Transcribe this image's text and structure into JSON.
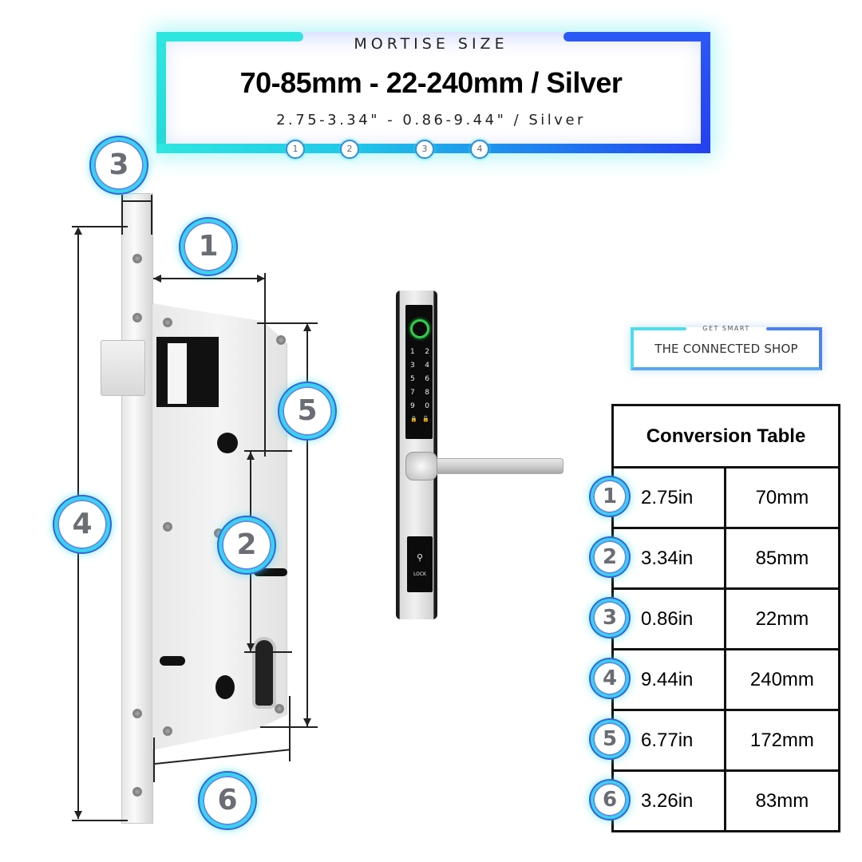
{
  "header": {
    "kicker": "MORTISE SIZE",
    "title": "70-85mm - 22-240mm / Silver",
    "subtitle": "2.75-3.34\" - 0.86-9.44\" / Silver",
    "mini_badges": [
      "1",
      "2",
      "3",
      "4"
    ],
    "frame_colors": {
      "left": "#2ee6e0",
      "right": "#2440f0"
    }
  },
  "diagram": {
    "callouts": [
      {
        "id": "1",
        "label": "1",
        "meaning": "backset width"
      },
      {
        "id": "2",
        "label": "2",
        "meaning": "handle-to-cylinder distance"
      },
      {
        "id": "3",
        "label": "3",
        "meaning": "faceplate width"
      },
      {
        "id": "4",
        "label": "4",
        "meaning": "faceplate height"
      },
      {
        "id": "5",
        "label": "5",
        "meaning": "lock body height"
      },
      {
        "id": "6",
        "label": "6",
        "meaning": "lock body depth"
      }
    ]
  },
  "product": {
    "keypad_keys": [
      [
        "1",
        "2"
      ],
      [
        "3",
        "4"
      ],
      [
        "5",
        "6"
      ],
      [
        "7",
        "8"
      ],
      [
        "9",
        "0"
      ],
      [
        "🔒",
        "🔓"
      ]
    ],
    "keypanel_icon": "key-icon",
    "keypanel_label": "LOCK",
    "fingerprint_color": "#2fd04a",
    "finish": "Silver"
  },
  "brand": {
    "kicker": "GET SMART",
    "name": "THE CONNECTED SHOP"
  },
  "conversion_table": {
    "title": "Conversion Table",
    "rows": [
      {
        "badge": "1",
        "inches": "2.75in",
        "mm": "70mm"
      },
      {
        "badge": "2",
        "inches": "3.34in",
        "mm": "85mm"
      },
      {
        "badge": "3",
        "inches": "0.86in",
        "mm": "22mm"
      },
      {
        "badge": "4",
        "inches": "9.44in",
        "mm": "240mm"
      },
      {
        "badge": "5",
        "inches": "6.77in",
        "mm": "172mm"
      },
      {
        "badge": "6",
        "inches": "3.26in",
        "mm": "83mm"
      }
    ]
  },
  "colors": {
    "badge_ring_cyan": "#33d6ea",
    "badge_ring_blue": "#3b5fe0",
    "badge_text": "#6a6d73",
    "table_border": "#111111"
  }
}
